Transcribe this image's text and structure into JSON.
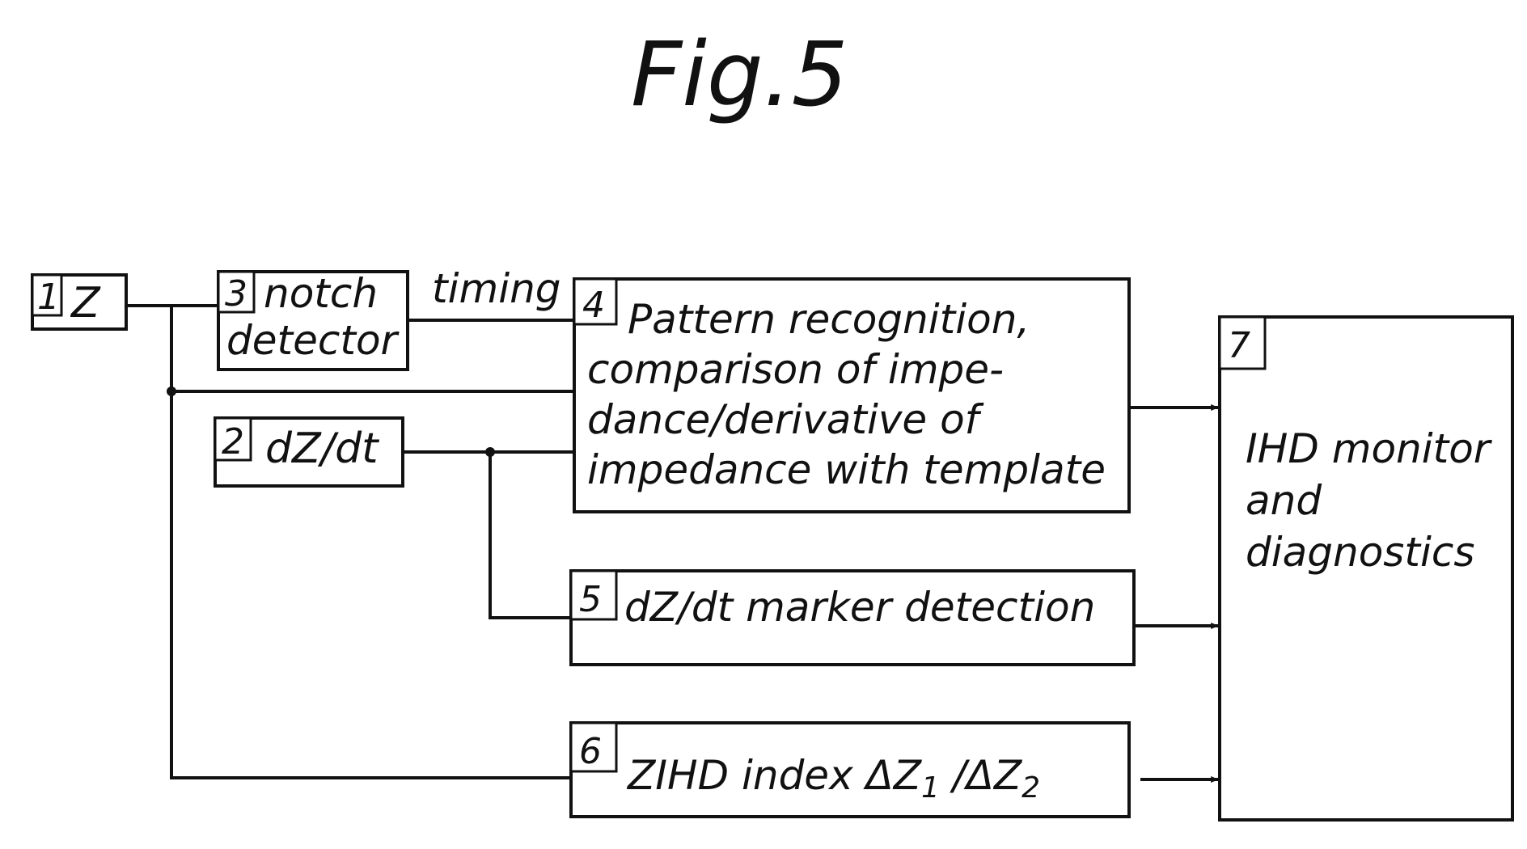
{
  "figure": {
    "title": "Fig.5"
  },
  "blocks": {
    "b1": {
      "number": "1",
      "label": "Z"
    },
    "b2": {
      "number": "2",
      "label": "dZ/dt"
    },
    "b3": {
      "number": "3",
      "line1": "notch",
      "line2": "detector"
    },
    "b4": {
      "number": "4",
      "lines": [
        "Pattern recognition,",
        "comparison of impe-",
        "dance/derivative of",
        "impedance with template"
      ]
    },
    "b5": {
      "number": "5",
      "label": "dZ/dt marker detection"
    },
    "b6": {
      "number": "6",
      "label_prefix": "ZIHD index ΔZ",
      "sub1": "1",
      "slash": " /ΔZ",
      "sub2": "2"
    },
    "b7": {
      "number": "7",
      "lines": [
        "IHD monitor",
        "and",
        "diagnostics"
      ]
    }
  },
  "connections": {
    "timing_label": "timing"
  },
  "colors": {
    "ink": "#111111",
    "background": "#ffffff"
  }
}
